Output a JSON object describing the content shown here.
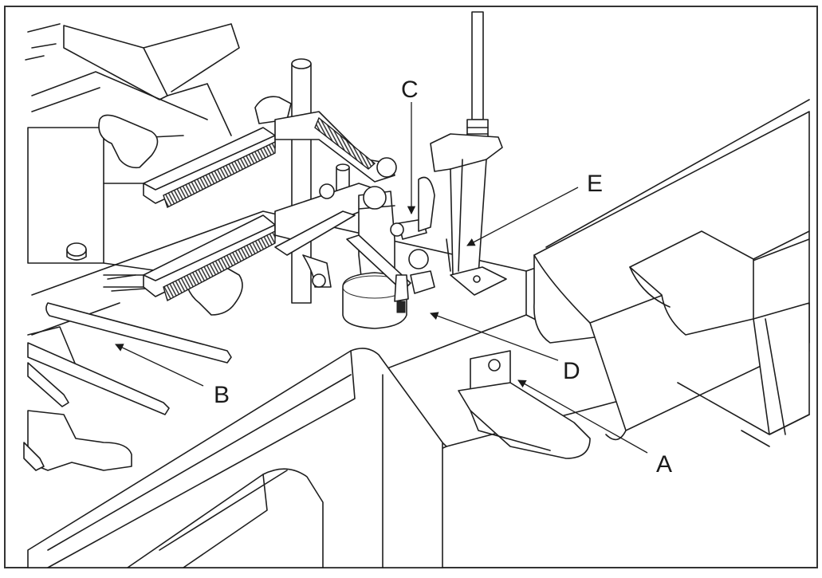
{
  "diagram": {
    "callouts": {
      "a": "A",
      "b": "B",
      "c": "C",
      "d": "D",
      "e": "E"
    }
  }
}
